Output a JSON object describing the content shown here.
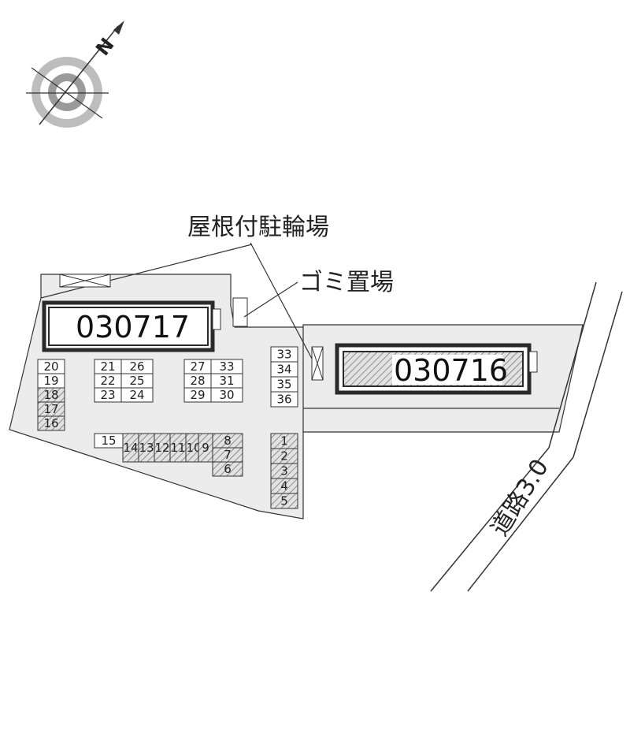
{
  "labels": {
    "bicycle_parking": "屋根付駐輪場",
    "garbage": "ゴミ置場",
    "road": "道路3.0",
    "compass": "N"
  },
  "buildings": {
    "left": "030717",
    "right": "030716"
  },
  "spaces": {
    "col_a": [
      "20",
      "19",
      "18",
      "17",
      "16"
    ],
    "grid1_left": [
      "21",
      "22",
      "23"
    ],
    "grid1_right": [
      "26",
      "25",
      "24"
    ],
    "grid2_left": [
      "27",
      "28",
      "29"
    ],
    "grid2_right": [
      "33",
      "31",
      "30"
    ],
    "col_b": [
      "33",
      "34",
      "35",
      "36"
    ],
    "row_bottom": [
      "15",
      "14",
      "13",
      "12",
      "11",
      "10",
      "9"
    ],
    "col_c": [
      "8",
      "7",
      "6"
    ],
    "col_d": [
      "1",
      "2",
      "3",
      "4",
      "5"
    ]
  },
  "colors": {
    "lot": "#ececec",
    "lines": "#333333",
    "building_border": "#2a2a2a"
  }
}
